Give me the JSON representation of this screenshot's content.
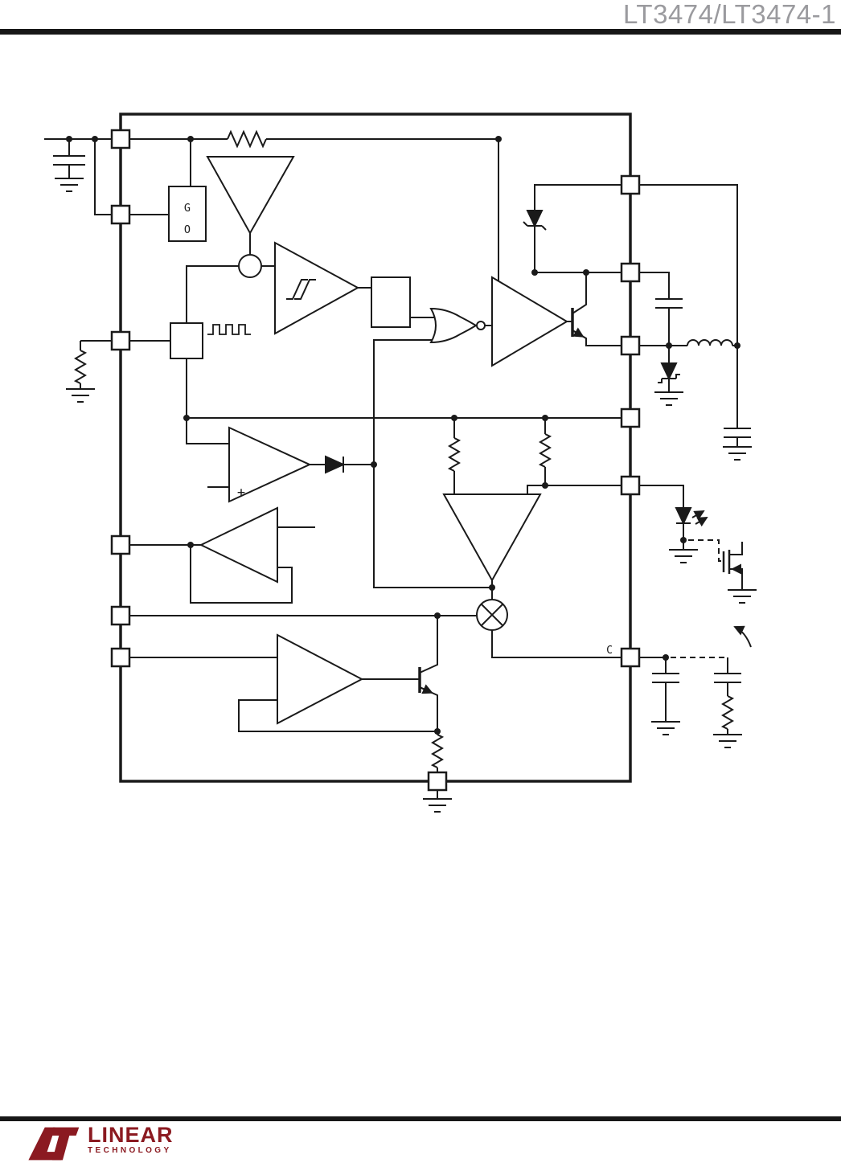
{
  "header": {
    "title": "LT3474/LT3474-1"
  },
  "diagram": {
    "reg_block_g": "G",
    "reg_block_o": "O",
    "plus_sign": "+",
    "pin_c_label": "C"
  },
  "footer": {
    "brand": "LINEAR",
    "brand_sub": "TECHNOLOGY"
  },
  "colors": {
    "line": "#1a1a1a",
    "title_gray": "#9a9a9e",
    "brand_red": "#8b1a21",
    "background": "#ffffff"
  }
}
